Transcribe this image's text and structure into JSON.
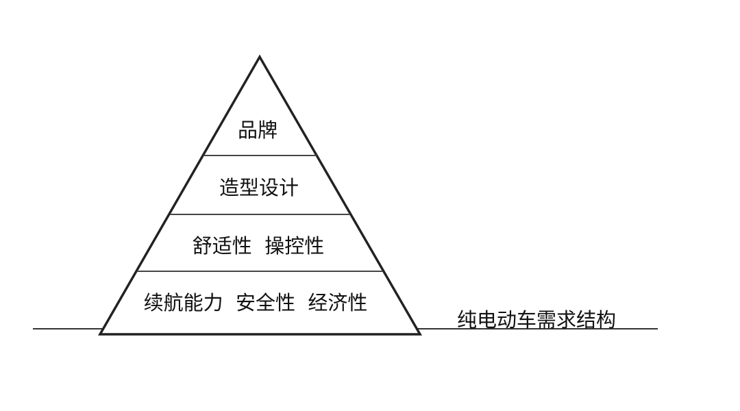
{
  "title": "纯电动车需求结构",
  "levels": [
    {
      "label": "品牌"
    },
    {
      "label": "造型设计"
    },
    {
      "label": "舒适性  操控性"
    },
    {
      "label": "续航能力  安全性  经济性"
    }
  ],
  "colors": {
    "line": "#222222",
    "text": "#111111"
  }
}
